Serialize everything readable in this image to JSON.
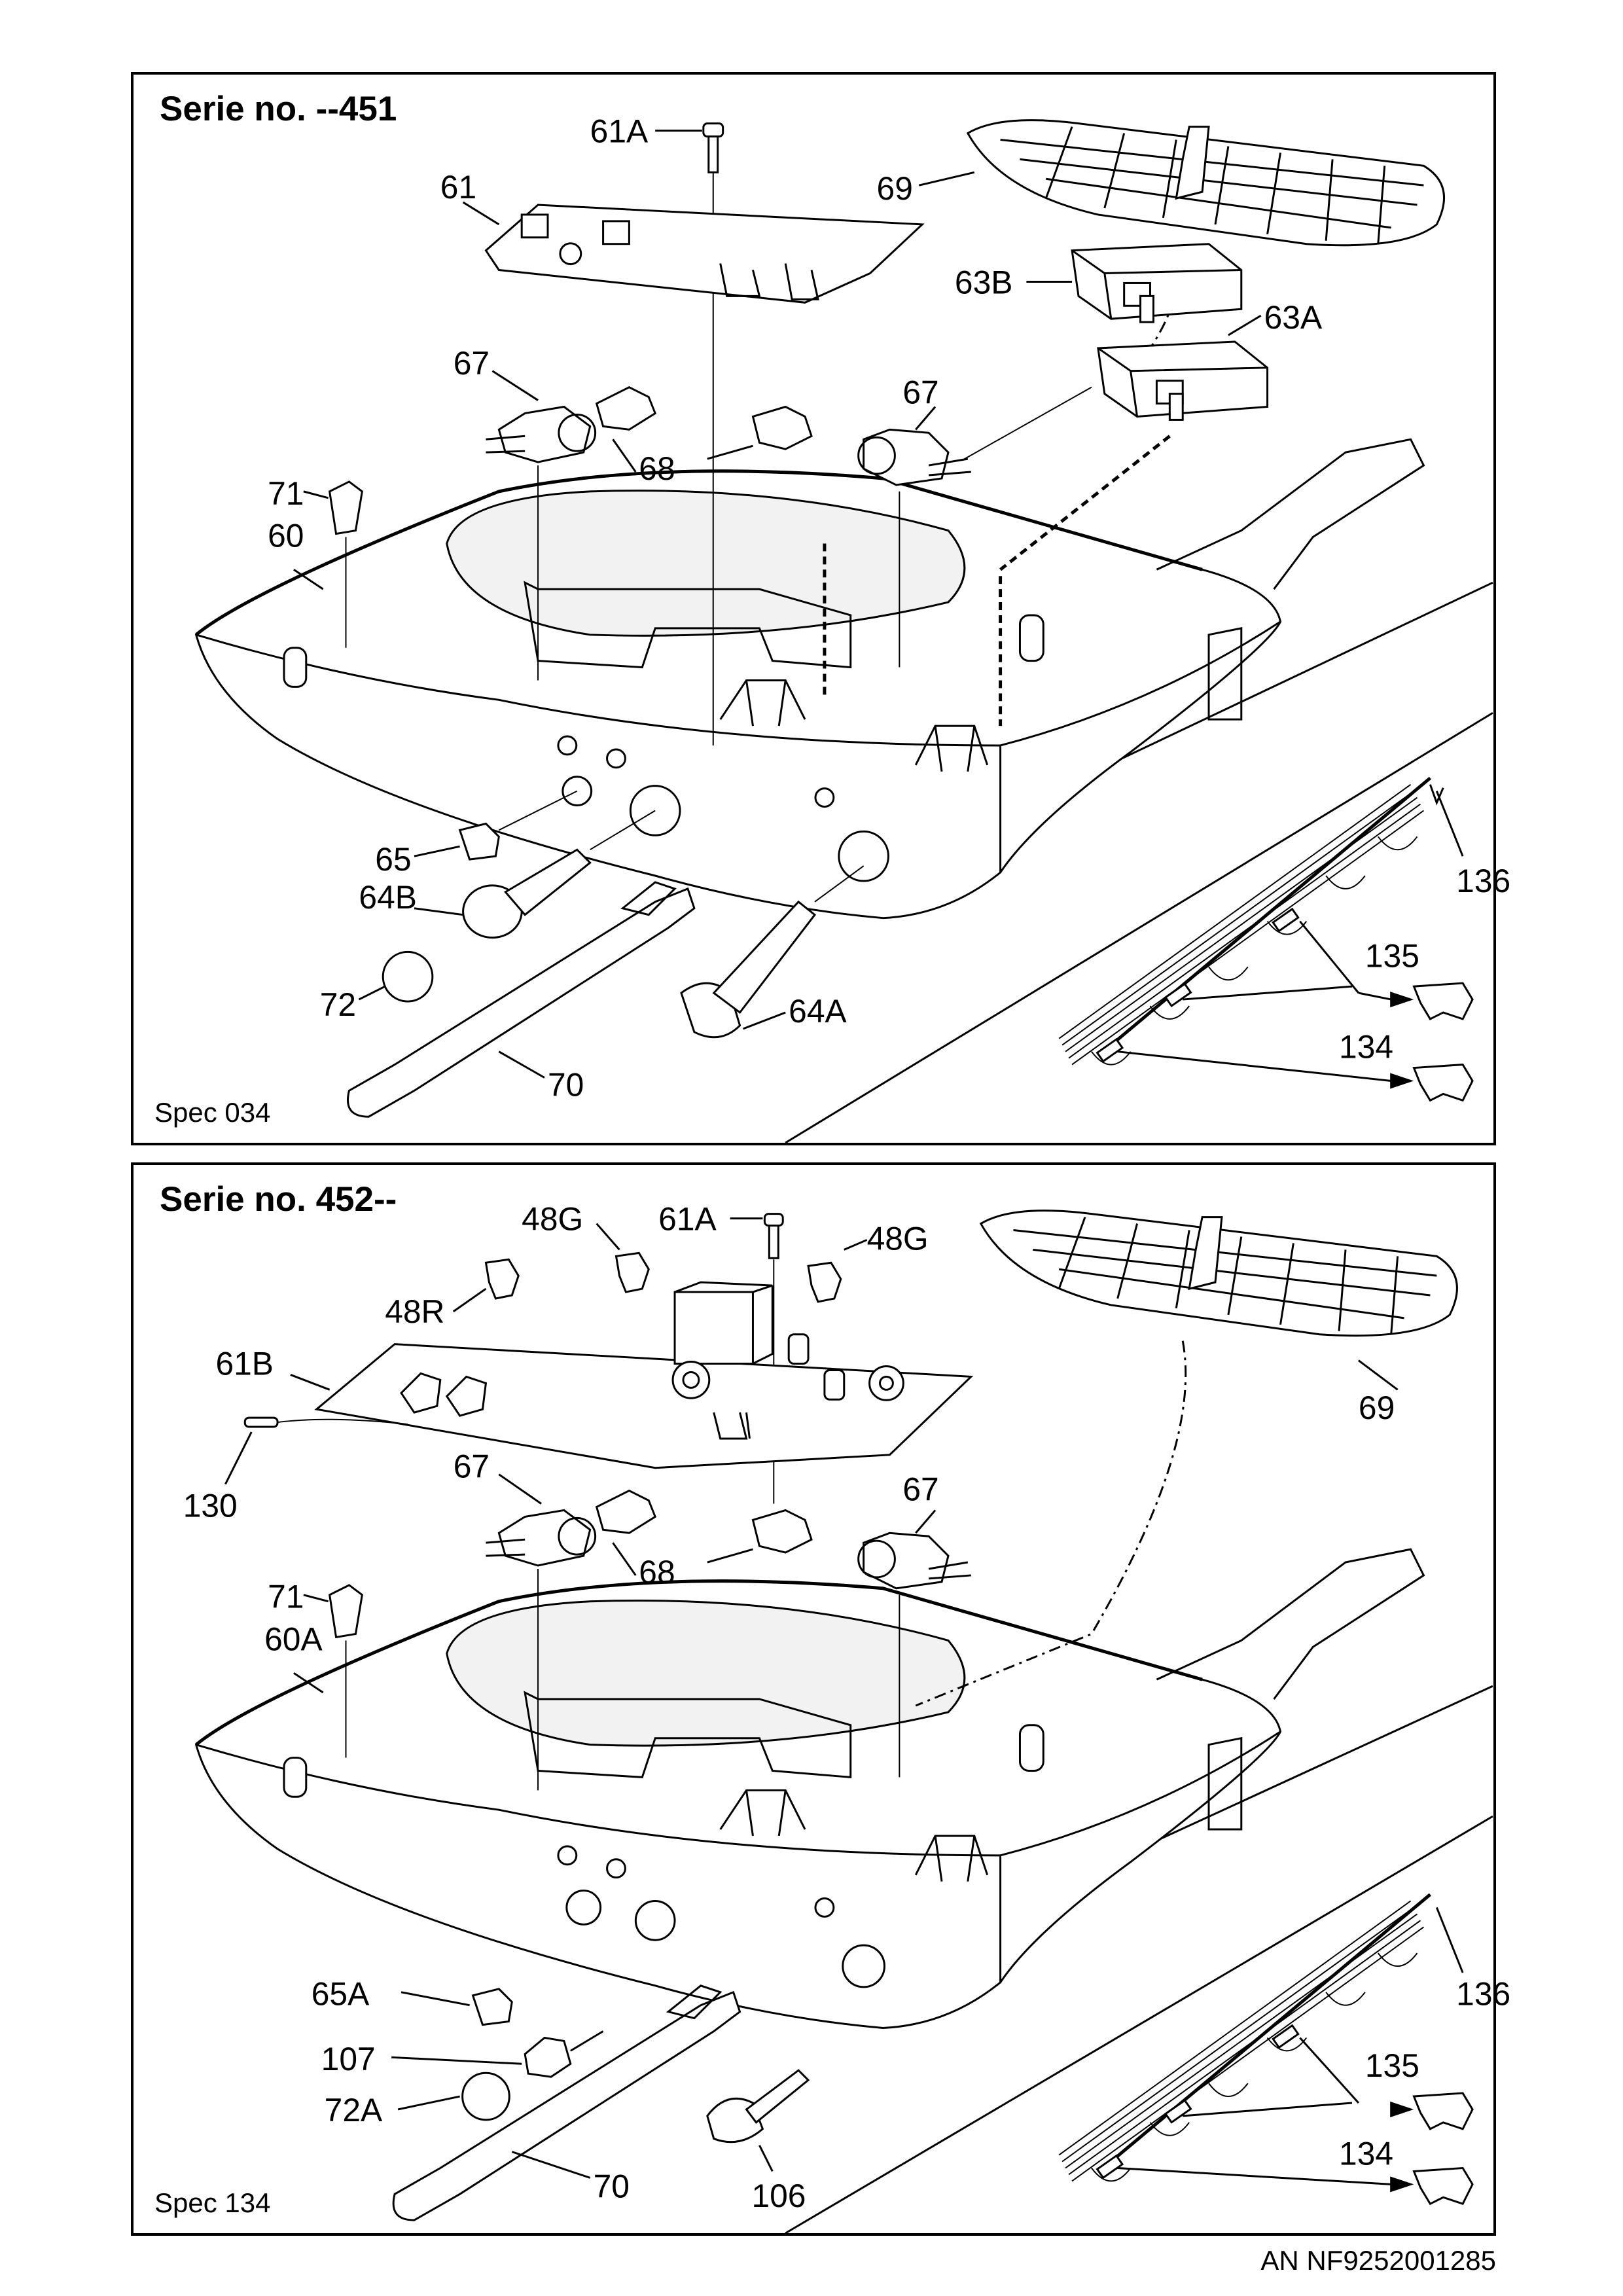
{
  "document_ref": "AN  NF9252001285",
  "panels": [
    {
      "title": "Serie no. --451",
      "spec": "Spec 034",
      "labels": {
        "l61A": "61A",
        "l69": "69",
        "l61": "61",
        "l63B": "63B",
        "l67a": "67",
        "l67b": "67",
        "l63A": "63A",
        "l68": "68",
        "l71": "71",
        "l60": "60",
        "l65": "65",
        "l64B": "64B",
        "l72": "72",
        "l70": "70",
        "l64A": "64A",
        "l136": "136",
        "l135": "135",
        "l134": "134"
      }
    },
    {
      "title": "Serie no. 452--",
      "spec": "Spec 134",
      "labels": {
        "l48Ga": "48G",
        "l61A": "61A",
        "l48Gb": "48G",
        "l48R": "48R",
        "l61B": "61B",
        "l69": "69",
        "l130": "130",
        "l67a": "67",
        "l67b": "67",
        "l68": "68",
        "l71": "71",
        "l60A": "60A",
        "l65A": "65A",
        "l107": "107",
        "l72A": "72A",
        "l70": "70",
        "l106": "106",
        "l136": "136",
        "l135": "135",
        "l134": "134"
      }
    }
  ]
}
